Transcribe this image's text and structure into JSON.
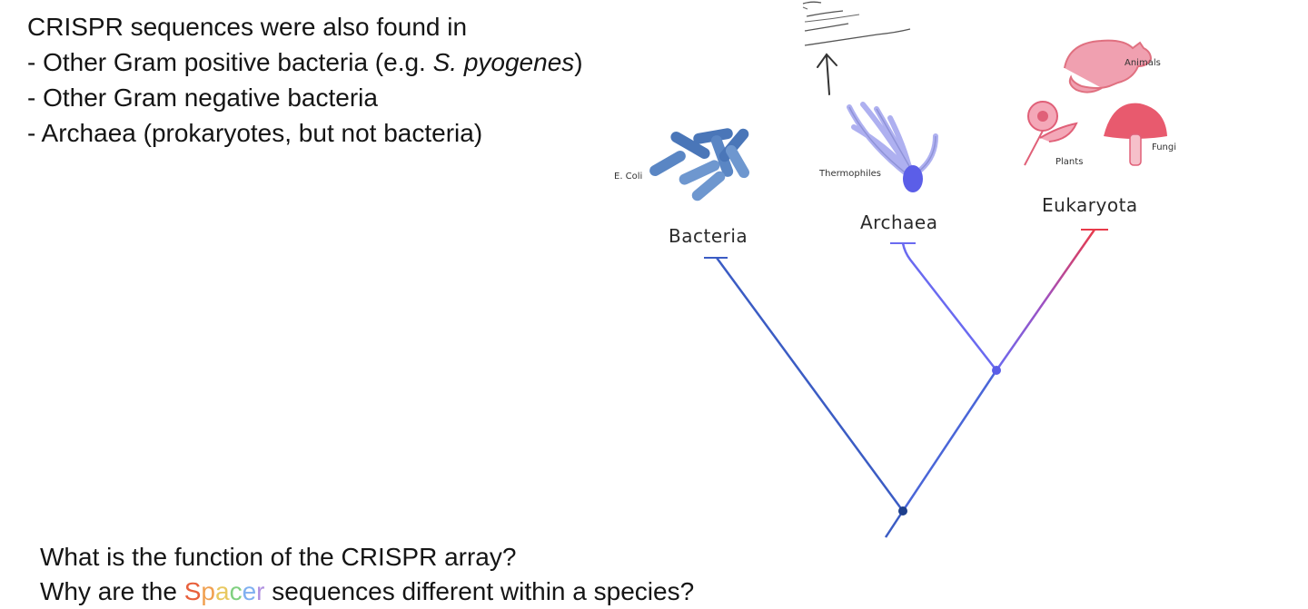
{
  "intro": {
    "heading": "CRISPR sequences were also found in",
    "items": [
      {
        "prefix": "- Other Gram positive bacteria (e.g. ",
        "italic": "S. pyogenes",
        "suffix": ")"
      },
      {
        "prefix": "- Other Gram negative bacteria",
        "italic": "",
        "suffix": ""
      },
      {
        "prefix": "- Archaea (prokaryotes, but not bacteria)",
        "italic": "",
        "suffix": ""
      }
    ]
  },
  "questions": {
    "q1": "What is the function of the CRISPR array?",
    "q2_before": "Why are the ",
    "q2_spacer_letters": [
      "S",
      "p",
      "a",
      "c",
      "e",
      "r"
    ],
    "q2_spacer_colors": [
      "#e8603c",
      "#f0a050",
      "#e8c860",
      "#80d080",
      "#80b0f0",
      "#b090e0"
    ],
    "q2_after": " sequences different within a species?"
  },
  "tree": {
    "domains": [
      {
        "label": "Bacteria",
        "color": "#3b5cc4",
        "organisms": [
          {
            "label": "E. Coli"
          }
        ]
      },
      {
        "label": "Archaea",
        "color": "#6a6af0",
        "organisms": [
          {
            "label": "Thermophiles"
          }
        ]
      },
      {
        "label": "Eukaryota",
        "color": "#e0405a",
        "organisms": [
          {
            "label": "Animals"
          },
          {
            "label": "Plants"
          },
          {
            "label": "Fungi"
          }
        ]
      }
    ],
    "annotation": "handwritten notes (illegible)"
  }
}
